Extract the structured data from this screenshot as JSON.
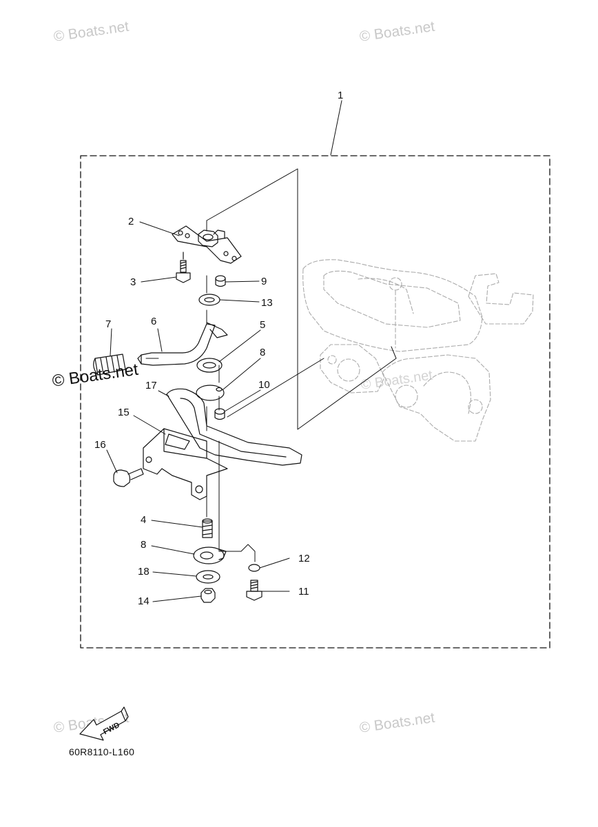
{
  "watermark": "© Boats.net",
  "figure_code": "60R8110-L160",
  "fwd_label": "FWD",
  "callouts": {
    "c1": "1",
    "c2": "2",
    "c3": "3",
    "c4": "4",
    "c5": "5",
    "c6": "6",
    "c7": "7",
    "c8a": "8",
    "c8b": "8",
    "c9": "9",
    "c10": "10",
    "c11": "11",
    "c12": "12",
    "c13": "13",
    "c14": "14",
    "c15": "15",
    "c16": "16",
    "c17": "17",
    "c18": "18"
  }
}
